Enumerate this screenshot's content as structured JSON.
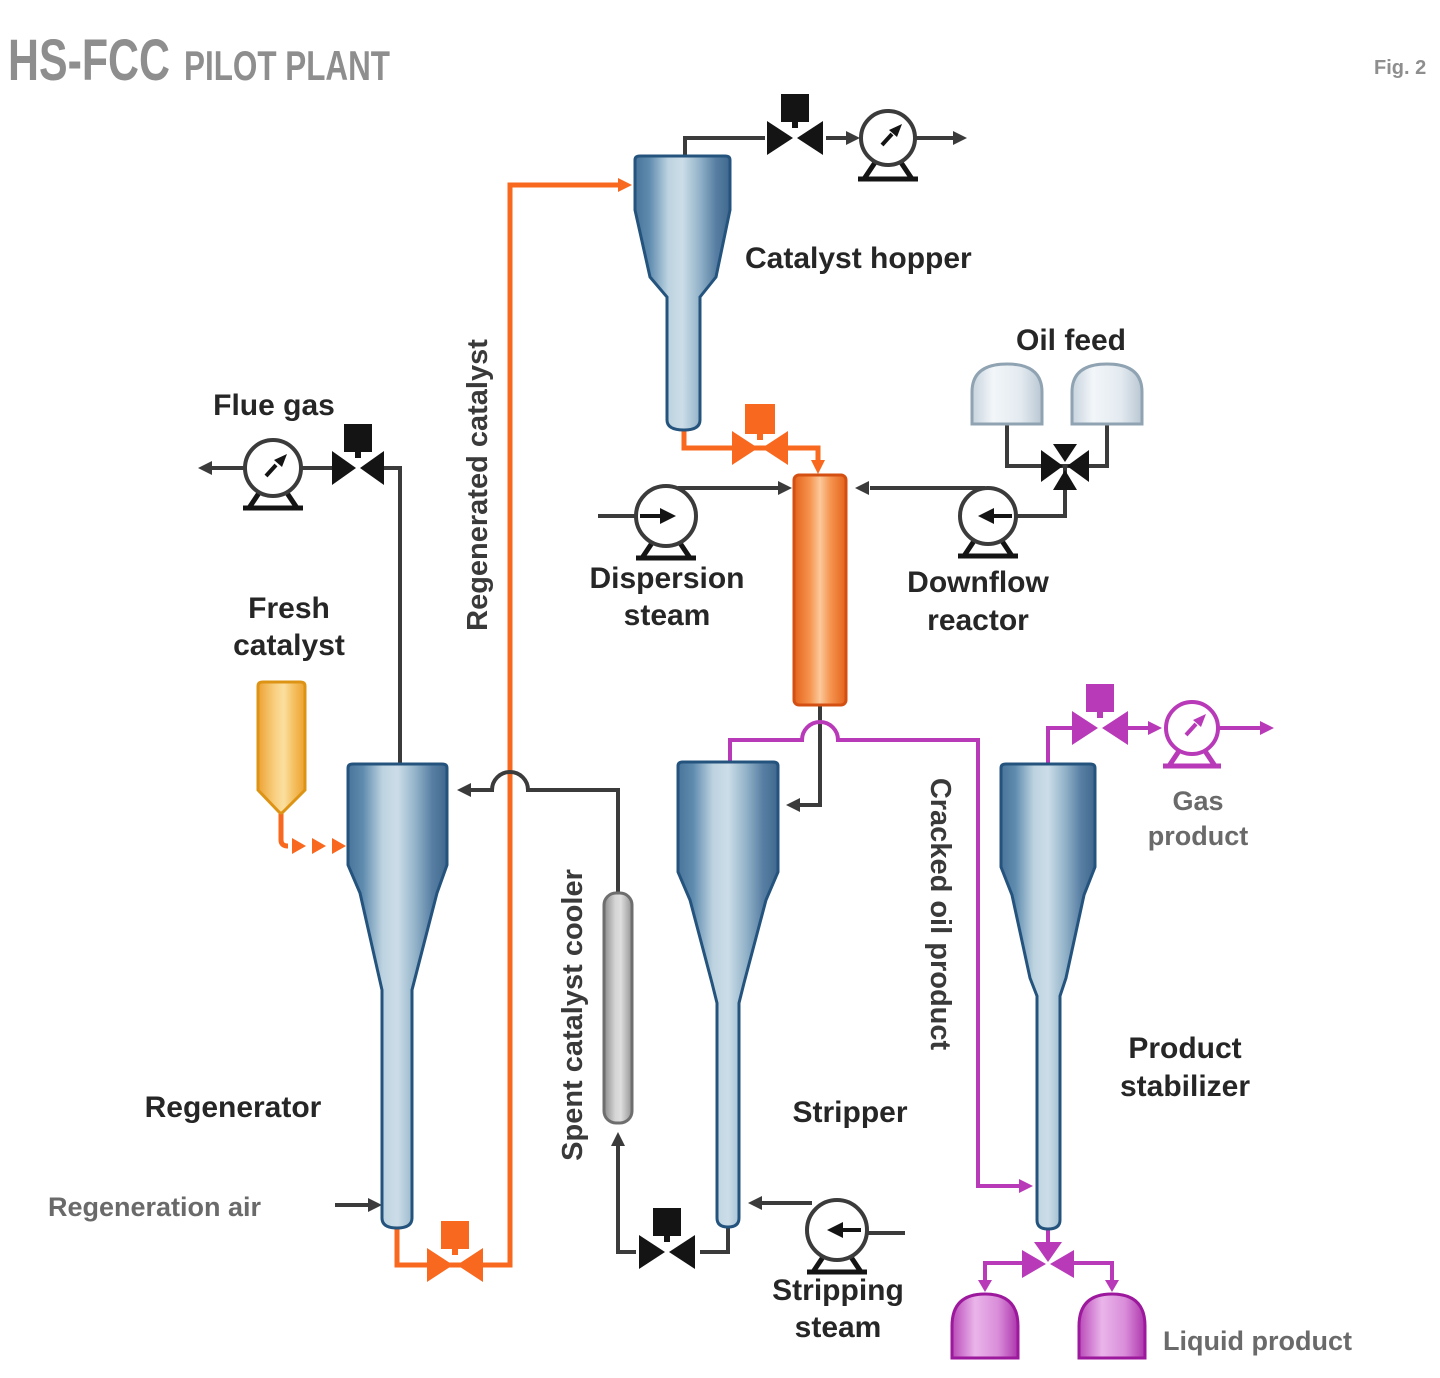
{
  "header": {
    "title": "HS-FCC",
    "subtitle": "PILOT PLANT",
    "figure": "Fig. 2"
  },
  "colors": {
    "title_gray": "#8e8e8e",
    "label_dark": "#262626",
    "label_gray": "#6a6a6a",
    "line_black": "#3b3b3b",
    "valve_black": "#141414",
    "line_orange": "#f9681f",
    "line_purple": "#b83ab8",
    "vessel_blue": "#4a749b",
    "vessel_blue_light": "#ccdde8",
    "reactor_orange": "#f5934e",
    "fresh_catalyst_yellow": "#f8cf7f",
    "cooler_gray": "#c9c9c9",
    "dome_light": "#e8eef3",
    "dome_purple": "#d98dd9"
  },
  "labels": {
    "catalyst_hopper": "Catalyst hopper",
    "oil_feed": "Oil feed",
    "dispersion_steam_1": "Dispersion",
    "dispersion_steam_2": "steam",
    "downflow_reactor_1": "Downflow",
    "downflow_reactor_2": "reactor",
    "flue_gas": "Flue gas",
    "fresh_catalyst_1": "Fresh",
    "fresh_catalyst_2": "catalyst",
    "regenerated_catalyst": "Regenerated catalyst",
    "spent_catalyst_cooler": "Spent catalyst cooler",
    "cracked_oil_product": "Cracked oil product",
    "regenerator": "Regenerator",
    "regeneration_air": "Regeneration air",
    "stripper": "Stripper",
    "stripping_steam_1": "Stripping",
    "stripping_steam_2": "steam",
    "product_stabilizer_1": "Product",
    "product_stabilizer_2": "stabilizer",
    "gas_product_1": "Gas",
    "gas_product_2": "product",
    "liquid_product": "Liquid product"
  }
}
